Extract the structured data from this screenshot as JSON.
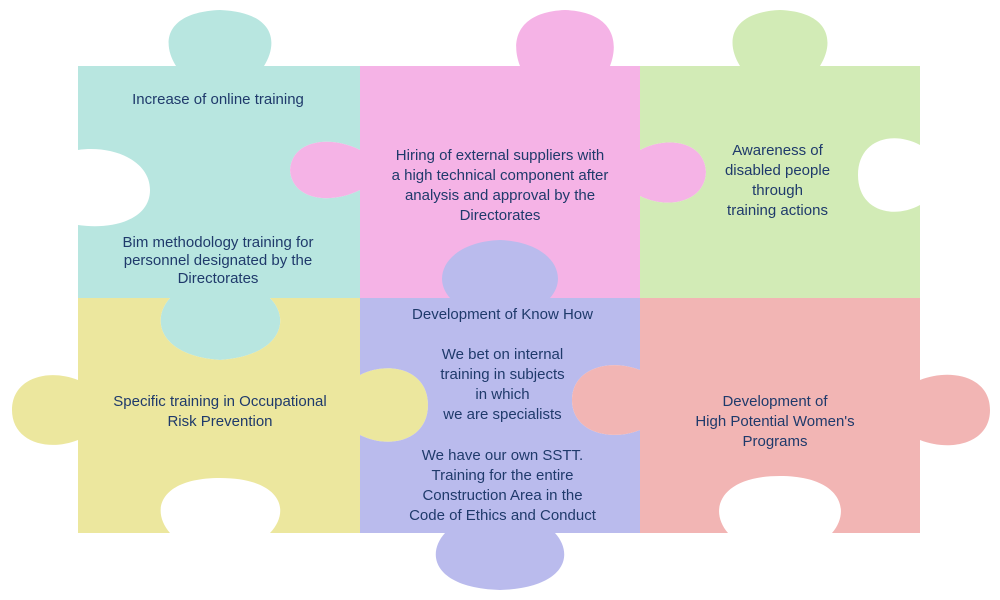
{
  "colors": {
    "teal": "#b8e6e0",
    "pink": "#f5b3e6",
    "green": "#d2ebb6",
    "yellow": "#ece79e",
    "lavender": "#babbed",
    "red": "#f2b5b4",
    "text": "#1f3a6b"
  },
  "pieces": {
    "top_left": {
      "text_a": "Increase of online training",
      "text_b": "Bim methodology training for\npersonnel designated by the\nDirectorates"
    },
    "top_center": {
      "text": "Hiring of external suppliers with\na high technical component after\nanalysis and approval by the\nDirectorates"
    },
    "top_right": {
      "text": "Awareness of\ndisabled people\nthrough\ntraining actions"
    },
    "bottom_left": {
      "text": "Specific training in Occupational\nRisk Prevention"
    },
    "bottom_center": {
      "text_a": "Development of Know How",
      "text_b": "We bet on internal\ntraining in subjects\nin which\nwe are specialists",
      "text_c": "We have our own SSTT.\nTraining for the entire\nConstruction Area in the\nCode of Ethics and Conduct"
    },
    "bottom_right": {
      "text": "Development of\nHigh Potential Women's\nPrograms"
    }
  }
}
